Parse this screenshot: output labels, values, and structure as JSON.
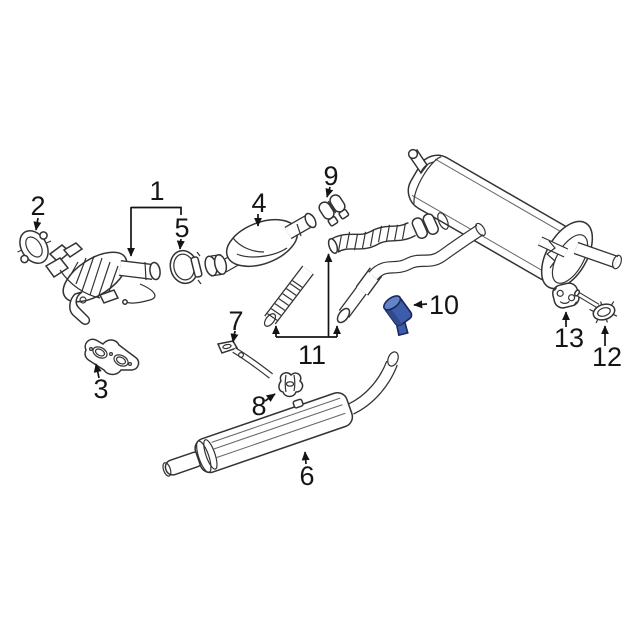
{
  "diagram": {
    "kind": "exhaust-system-parts-diagram",
    "background_color": "#ffffff",
    "line_color": "#333333",
    "label_color": "#151515",
    "highlight_color": "#3d5caa",
    "highlight_outline_color": "#1b2a5e",
    "highlighted_callout": "10",
    "callouts": [
      {
        "num": "1"
      },
      {
        "num": "2"
      },
      {
        "num": "3"
      },
      {
        "num": "4"
      },
      {
        "num": "5"
      },
      {
        "num": "6"
      },
      {
        "num": "7"
      },
      {
        "num": "8"
      },
      {
        "num": "9"
      },
      {
        "num": "10"
      },
      {
        "num": "11"
      },
      {
        "num": "12"
      },
      {
        "num": "13"
      }
    ]
  }
}
